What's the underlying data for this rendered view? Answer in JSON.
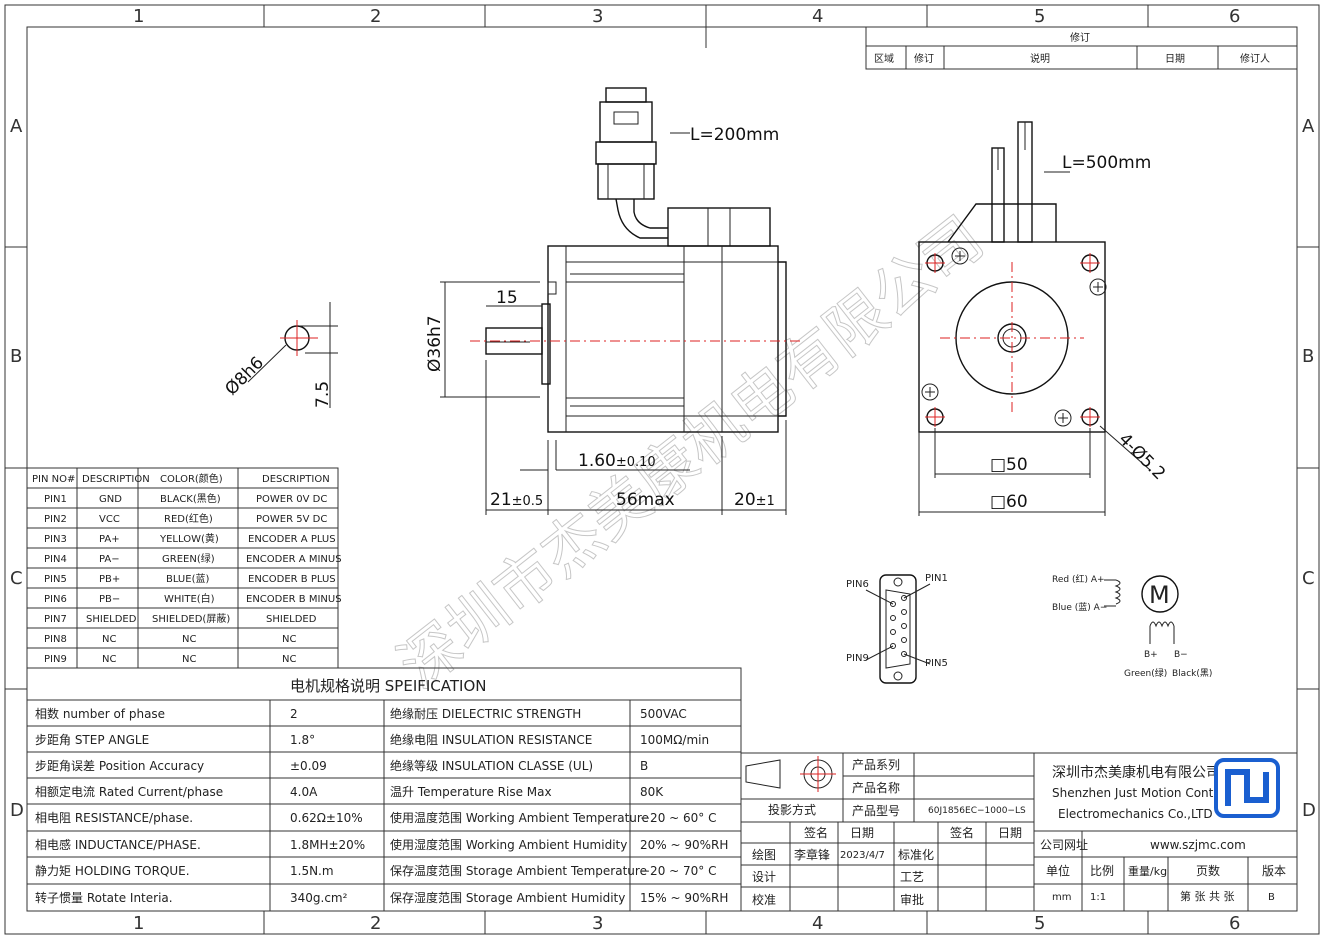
{
  "zones": {
    "columns": [
      "1",
      "2",
      "3",
      "4",
      "5",
      "6"
    ],
    "rows": [
      "A",
      "B",
      "C",
      "D"
    ]
  },
  "revision_table": {
    "title": "修订",
    "headers": [
      "区域",
      "修订",
      "说明",
      "日期",
      "修订人"
    ]
  },
  "dimensions": {
    "connector_cable_length": "L=200mm",
    "lead_cable_length": "L=500mm",
    "shaft_diameter": "Ø8h6",
    "shaft_flat": "7.5",
    "shaft_flat_length": "15",
    "pilot_diameter": "Ø36h7",
    "pilot_height": "1.60",
    "pilot_height_tol": "±0.10",
    "shaft_length": "21",
    "shaft_length_tol": "±0.5",
    "body_length": "56max",
    "encoder_length": "20",
    "encoder_length_tol": "±1",
    "hole_spacing": "□50",
    "flange_size": "□60",
    "mount_holes": "4-Ø5.2"
  },
  "pin_table": {
    "headers": [
      "PIN NO#",
      "DESCRIPTION",
      "COLOR(颜色)",
      "DESCRIPTION"
    ],
    "rows": [
      [
        "PIN1",
        "GND",
        "BLACK(黑色)",
        "POWER 0V DC"
      ],
      [
        "PIN2",
        "VCC",
        "RED(红色)",
        "POWER 5V DC"
      ],
      [
        "PIN3",
        "PA+",
        "YELLOW(黄)",
        "ENCODER A PLUS"
      ],
      [
        "PIN4",
        "PA−",
        "GREEN(绿)",
        "ENCODER A MINUS"
      ],
      [
        "PIN5",
        "PB+",
        "BLUE(蓝)",
        "ENCODER B PLUS"
      ],
      [
        "PIN6",
        "PB−",
        "WHITE(白)",
        "ENCODER B MINUS"
      ],
      [
        "PIN7",
        "SHIELDED",
        "SHIELDED(屏蔽)",
        "SHIELDED"
      ],
      [
        "PIN8",
        "NC",
        "NC",
        "NC"
      ],
      [
        "PIN9",
        "NC",
        "NC",
        "NC"
      ]
    ]
  },
  "spec_table": {
    "title": "电机规格说明 SPEIFICATION",
    "rows": [
      [
        "相数 number of phase",
        "2",
        "绝缘耐压 DIELECTRIC STRENGTH",
        "500VAC"
      ],
      [
        "步距角 STEP ANGLE",
        "1.8°",
        "绝缘电阻 INSULATION RESISTANCE",
        "100MΩ/min"
      ],
      [
        "步距角误差 Position Accuracy",
        "±0.09",
        "绝缘等级 INSULATION CLASSE (UL)",
        "B"
      ],
      [
        "相额定电流 Rated Current/phase",
        "4.0A",
        "温升 Temperature Rise Max",
        "80K"
      ],
      [
        "相电阻 RESISTANCE/phase.",
        "0.62Ω±10%",
        "使用温度范围 Working Ambient Temperature",
        "−20 ~ 60° C"
      ],
      [
        "相电感 INDUCTANCE/PHASE.",
        "1.8MH±20%",
        "使用湿度范围 Working Ambient Humidity",
        "20% ~ 90%RH"
      ],
      [
        "静力矩 HOLDING TORQUE.",
        "1.5N.m",
        "保存温度范围 Storage Ambient Temperature",
        "−20 ~ 70° C"
      ],
      [
        "转子惯量 Rotate Interia.",
        "340g.cm²",
        "保存湿度范围 Storage Ambient Humidity",
        "15% ~ 90%RH"
      ]
    ]
  },
  "connector": {
    "pin6": "PIN6",
    "pin1": "PIN1",
    "pin9": "PIN9",
    "pin5": "PIN5"
  },
  "wiring": {
    "a_plus": "Red (红) A+",
    "a_minus": "Blue (蓝) A−",
    "b_plus": "B+",
    "b_minus": "B−",
    "b_plus_color": "Green(绿)",
    "b_minus_color": "Black(黑)",
    "motor_symbol": "M"
  },
  "title_block": {
    "projection_label": "投影方式",
    "product_series": "产品系列",
    "product_name": "产品名称",
    "product_model": "产品型号",
    "model_value": "60J1856EC−1000−LS",
    "sign": "签名",
    "date": "日期",
    "drawing_label": "绘图",
    "drawer": "李章锋",
    "drawing_date": "2023/4/7",
    "standardization": "标准化",
    "design": "设计",
    "process": "工艺",
    "check": "校准",
    "approve": "审批",
    "company_cn": "深圳市杰美康机电有限公司",
    "company_en_1": "Shenzhen Just Motion Control",
    "company_en_2": "Electromechanics Co.,LTD",
    "website_label": "公司网址",
    "website": "www.szjmc.com",
    "unit": "单位",
    "scale": "比例",
    "weight": "重量/kg",
    "pages": "页数",
    "version": "版本",
    "unit_value": "mm",
    "scale_value": "1:1",
    "pages_value": "第 张 共 张",
    "version_value": "B"
  },
  "watermark": "深圳市杰美康机电有限公司",
  "colors": {
    "centerline": "#dd2222",
    "logo_blue": "#1a5fd0"
  }
}
